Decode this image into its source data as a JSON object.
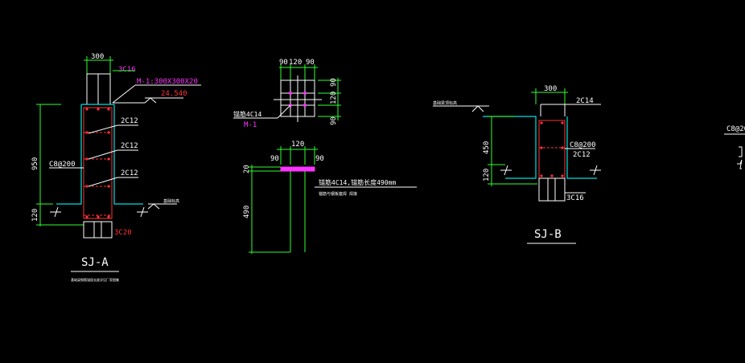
{
  "sj_a": {
    "title": "SJ-A",
    "note": "基础梁钢筋锚固长度详见厂家图集",
    "dim_top": "300",
    "dim_height": "950",
    "dim_bottom": "120",
    "rebar_top": "3C16",
    "plate": "M-1:300X300X20",
    "elevation": "24.540",
    "bar1": "2C12",
    "bar2": "2C12",
    "bar3": "2C12",
    "stirrup": "C8@200",
    "ground": "基础标高",
    "rebar_bottom": "3C20"
  },
  "plate_detail": {
    "dim_a": "90",
    "dim_b": "120",
    "dim_c": "90",
    "side_a": "90",
    "side_b": "120",
    "side_c": "90",
    "anchor": "锚筋4C14",
    "plate_name": "M-1",
    "sec_a": "90",
    "sec_b": "120",
    "sec_c": "90",
    "thick": "20",
    "length": "490",
    "anchor_note": "锚筋4C14,锚筋长度490mm",
    "weld_note": "锚筋与钢板塞焊  焊接"
  },
  "sj_b": {
    "title": "SJ-B",
    "ground": "基础梁顶标高",
    "dim_top": "300",
    "rebar_top": "2C14",
    "stirrup": "C8@200",
    "bar": "2C12",
    "dim_height": "450",
    "dim_bottom": "120",
    "rebar_bottom": "3C16"
  },
  "partial": {
    "stirrup": "C8@20"
  }
}
